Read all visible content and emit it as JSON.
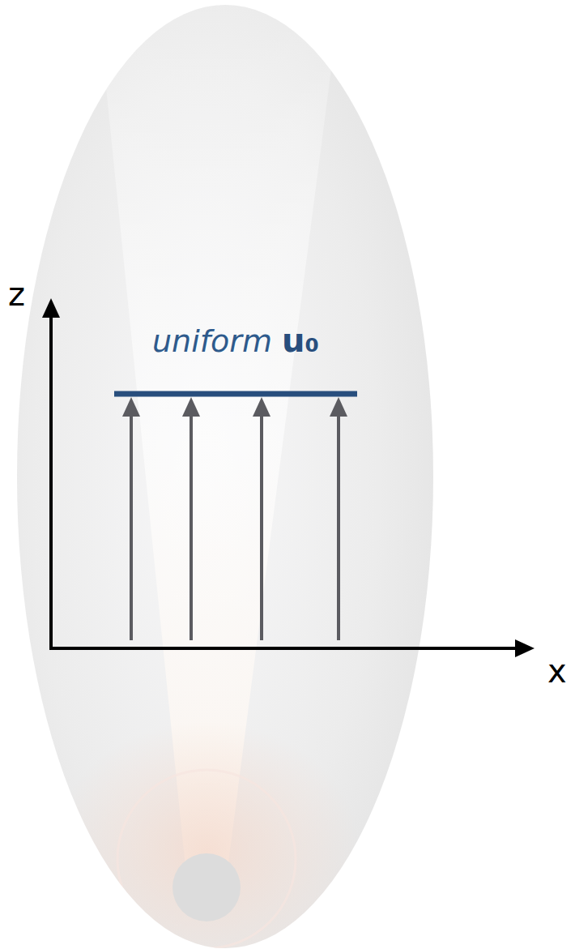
{
  "diagram": {
    "labels": [
      "z",
      "x",
      "uniform",
      "u₀"
    ]
  }
}
